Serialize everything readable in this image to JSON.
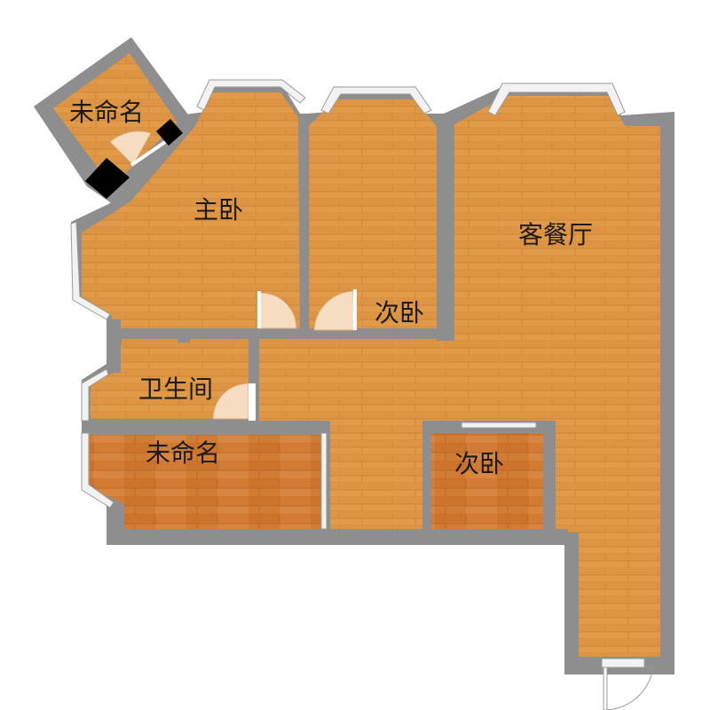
{
  "rooms": {
    "storage_top": "未命名",
    "master_bedroom": "主卧",
    "second_bedroom_upper": "次卧",
    "living_dining": "客餐厅",
    "bathroom": "卫生间",
    "storage_lower": "未命名",
    "second_bedroom_lower": "次卧"
  },
  "colors": {
    "wall": "#8e8e8e",
    "floor_wood": "#e19a48",
    "floor_dark_wood": "#d0782f",
    "window": "#f2f2f2",
    "door_swing": "#f6dcc0",
    "column": "#000000"
  }
}
